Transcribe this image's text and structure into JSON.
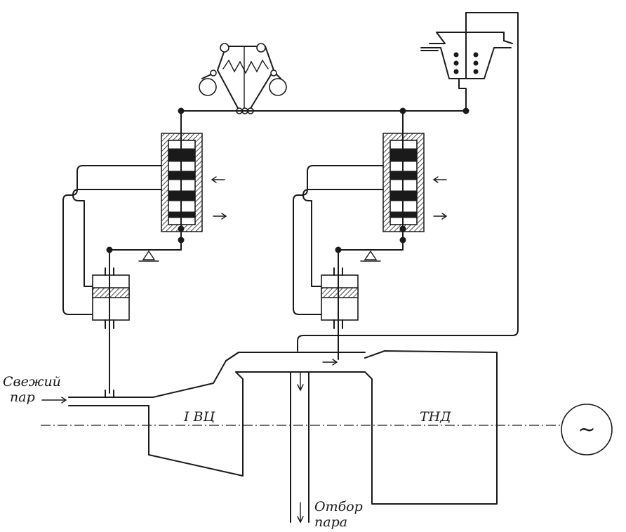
{
  "labels": {
    "fresh_steam_line1": "Свежий",
    "fresh_steam_line2": "пар",
    "hp_turbine": "I ВЦ",
    "lp_turbine": "ТНД",
    "extraction_line1": "Отбор",
    "extraction_line2": "пара",
    "generator_symbol": "~"
  }
}
